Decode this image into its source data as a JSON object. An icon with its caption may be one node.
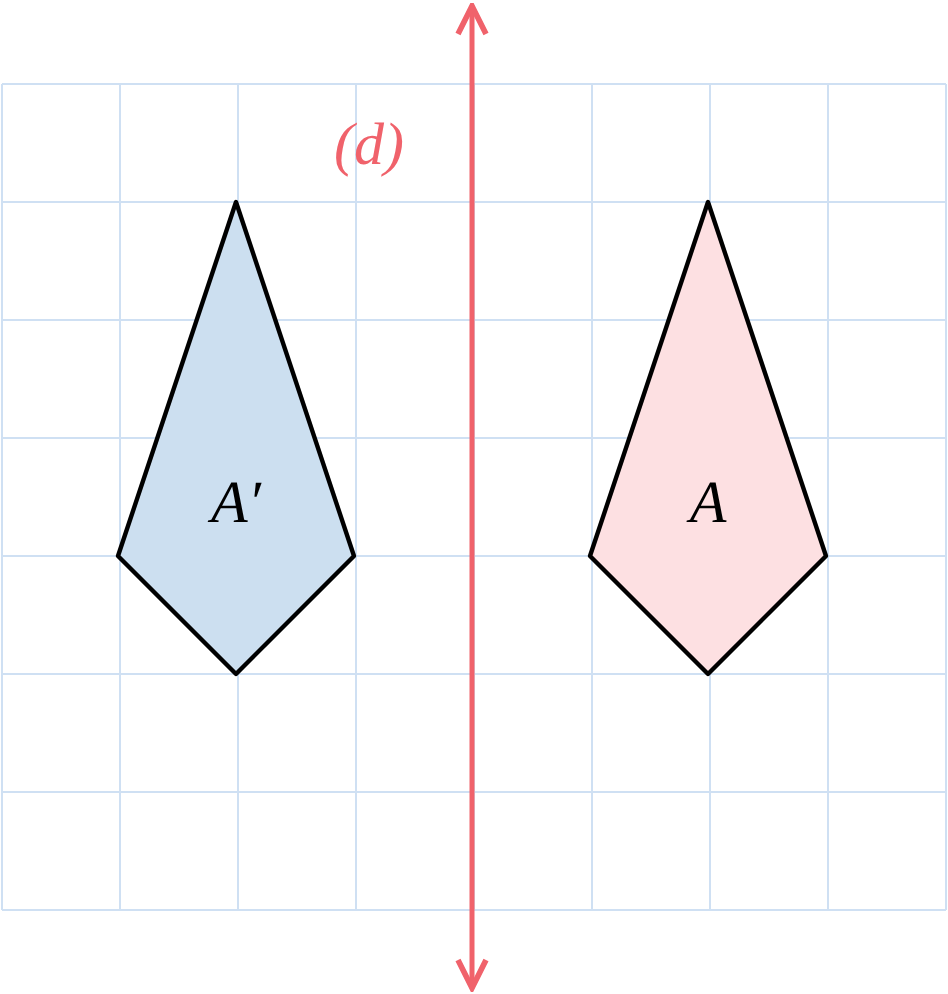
{
  "diagram": {
    "nodes": [
      {
        "text": [
          "A′"
        ]
      },
      {
        "text": [
          "A"
        ]
      }
    ],
    "labels": [
      "(d)"
    ]
  }
}
